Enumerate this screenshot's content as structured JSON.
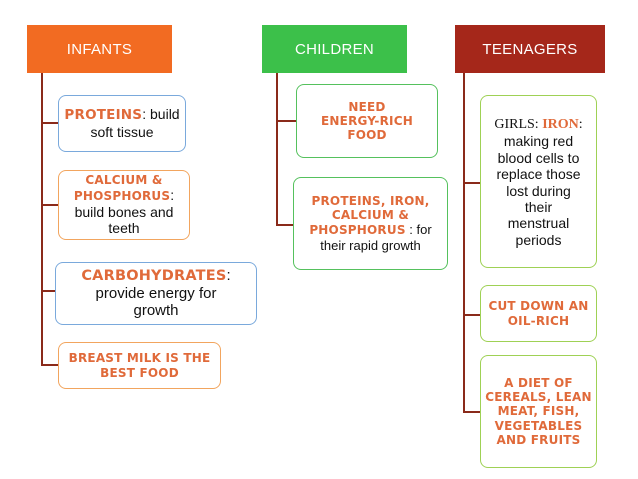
{
  "headers": {
    "infants": "INFANTS",
    "children": "CHILDREN",
    "teenagers": "TEENAGERS"
  },
  "infants": {
    "proteins": {
      "key": "PROTEINS",
      "rest1": ": build",
      "rest2": "soft tissue"
    },
    "calcium": {
      "key1": "CALCIUM &",
      "key2": "PHOSPHORUS",
      "rest1": ":",
      "rest2": "build bones and",
      "rest3": "teeth"
    },
    "carbs": {
      "key": "CARBOHYDRATES",
      "rest1": ":",
      "rest2": "provide energy for",
      "rest3": "growth"
    },
    "milk": {
      "line1": "BREAST MILK IS THE",
      "line2": "BEST FOOD"
    }
  },
  "children": {
    "energy": {
      "line1": "NEED",
      "line2": "ENERGY-RICH",
      "line3": "FOOD"
    },
    "proteins": {
      "key1": "PROTEINS, IRON,",
      "key2": "CALCIUM &",
      "key3": "PHOSPHORUS",
      "rest1": " : for",
      "rest2": "their rapid growth"
    }
  },
  "teenagers": {
    "girls": {
      "prefix": "GIRLS: ",
      "key": "IRON",
      "suffix": ":",
      "lines": [
        "making red",
        "blood cells to",
        "replace those",
        "lost during",
        "their",
        "menstrual",
        "periods"
      ]
    },
    "oil": {
      "line1": "CUT DOWN AN",
      "line2": "OIL-RICH"
    },
    "diet": {
      "lines": [
        "A DIET OF",
        "CEREALS, LEAN",
        "MEAT, FISH,",
        "VEGETABLES",
        "AND FRUITS"
      ]
    }
  },
  "colors": {
    "infants_header": "#f26b22",
    "children_header": "#3cc04a",
    "teenagers_header": "#a5271a",
    "emphasis_text": "#e06a3a",
    "connector": "#8a2a1a"
  }
}
